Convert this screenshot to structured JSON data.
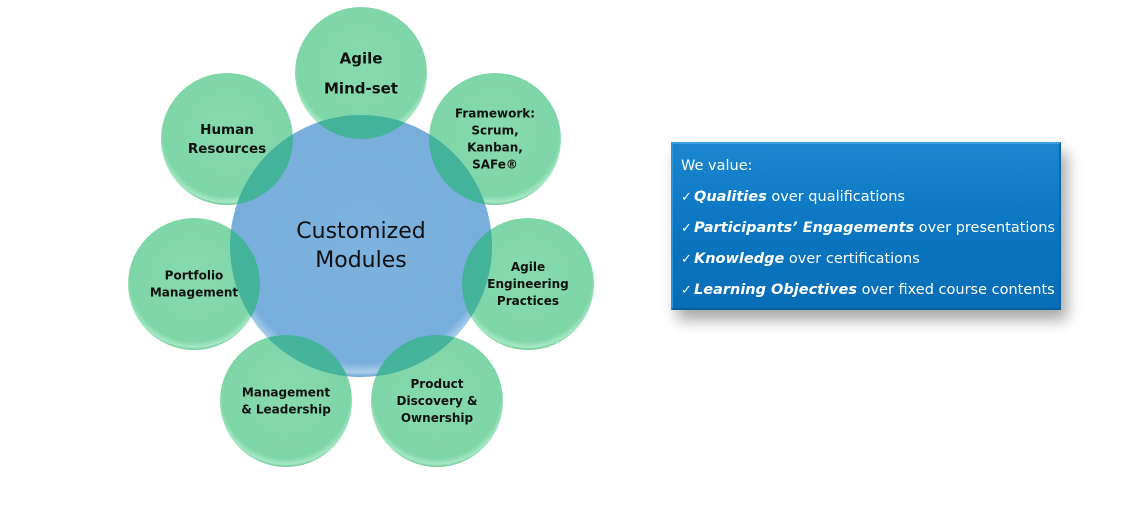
{
  "diagram": {
    "center": {
      "lines": [
        "Customized",
        "Modules"
      ]
    },
    "nodes": [
      {
        "id": "agile-mindset",
        "lines": [
          "Agile",
          "Mind-set"
        ]
      },
      {
        "id": "framework",
        "lines": [
          "Framework:",
          "Scrum,",
          "Kanban,",
          "SAFe®"
        ]
      },
      {
        "id": "agile-engineering",
        "lines": [
          "Agile",
          "Engineering",
          "Practices"
        ]
      },
      {
        "id": "product-discovery",
        "lines": [
          "Product",
          "Discovery &",
          "Ownership"
        ]
      },
      {
        "id": "management-leadership",
        "lines": [
          "Management",
          "& Leadership"
        ]
      },
      {
        "id": "portfolio-management",
        "lines": [
          "Portfolio",
          "Management"
        ]
      },
      {
        "id": "human-resources",
        "lines": [
          "Human",
          "Resources"
        ]
      }
    ],
    "colors": {
      "node_fill": "#7fd6a8",
      "overlap_fill": "#3fb394",
      "center_fill": "#7bb0dc"
    }
  },
  "values": {
    "heading": "We value:",
    "check_glyph": "✓",
    "items": [
      {
        "emphasis": "Qualities",
        "rest": " over qualifications"
      },
      {
        "emphasis": "Participants’ Engagements",
        "rest": " over presentations"
      },
      {
        "emphasis": "Knowledge",
        "rest": " over certifications"
      },
      {
        "emphasis": "Learning Objectives",
        "rest": " over fixed course contents"
      }
    ],
    "box_color": "#0b76c1"
  }
}
